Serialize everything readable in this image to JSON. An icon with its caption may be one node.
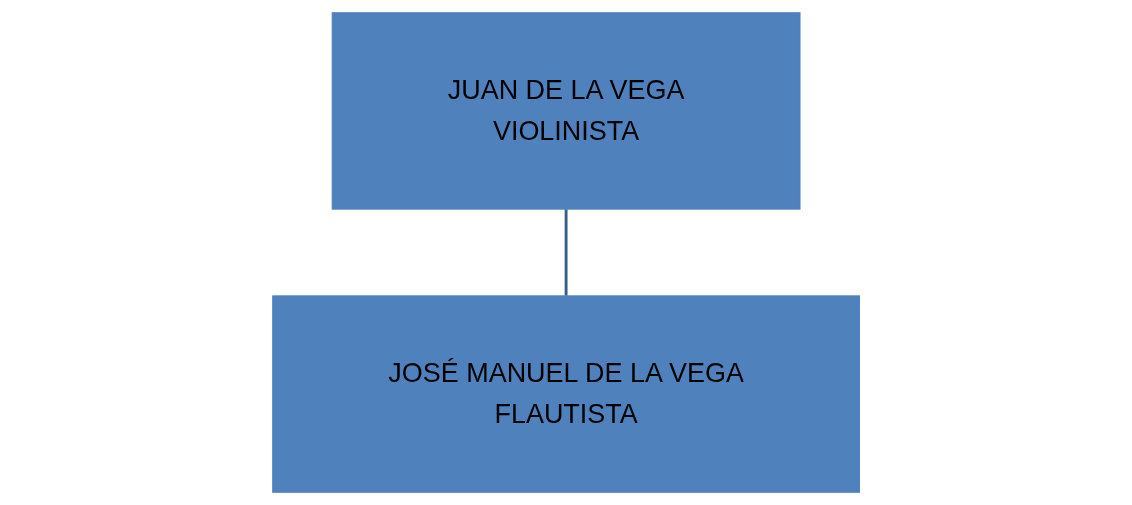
{
  "diagram": {
    "nodes": [
      {
        "text": [
          "JUAN DE LA VEGA",
          "VIOLINISTA"
        ]
      },
      {
        "text": [
          "JOSÉ MANUEL DE LA VEGA",
          "FLAUTISTA"
        ]
      }
    ],
    "edges": [
      {
        "from": 0,
        "to": 1,
        "arrow": "none"
      }
    ]
  }
}
